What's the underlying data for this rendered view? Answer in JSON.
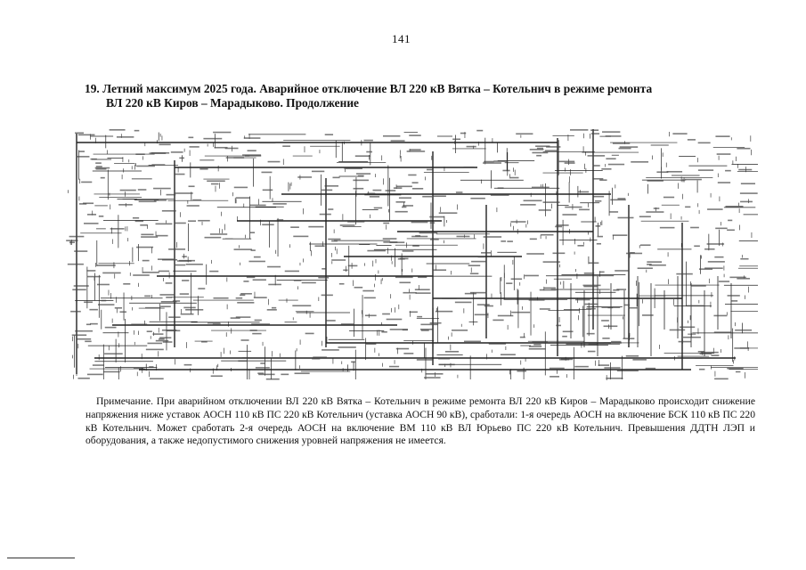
{
  "page": {
    "number": "141",
    "title_line1": "19. Летний максимум 2025 года. Аварийное отключение ВЛ 220 кВ Вятка – Котельнич в режиме ремонта",
    "title_line2": "ВЛ 220 кВ Киров – Марадыково. Продолжение",
    "note": "Примечание. При аварийном отключении ВЛ 220 кВ Вятка – Котельнич в режиме ремонта ВЛ 220 кВ Киров – Марадыково происходит снижение напряжения ниже уставок АОСН 110 кВ ПС 220 кВ Котельнич (уставка АОСН 90 кВ), сработали: 1-я очередь АОСН на включение БСК 110 кВ ПС 220 кВ Котельнич. Может сработать 2-я очередь АОСН на включение ВМ 110 кВ ВЛ Юрьево ПС 220 кВ Котельнич. Превышения ДДТН ЛЭП и оборудования, а также недопустимого снижения уровней напряжения не имеется."
  },
  "colors": {
    "ink": "#111111",
    "line": "#222222"
  }
}
